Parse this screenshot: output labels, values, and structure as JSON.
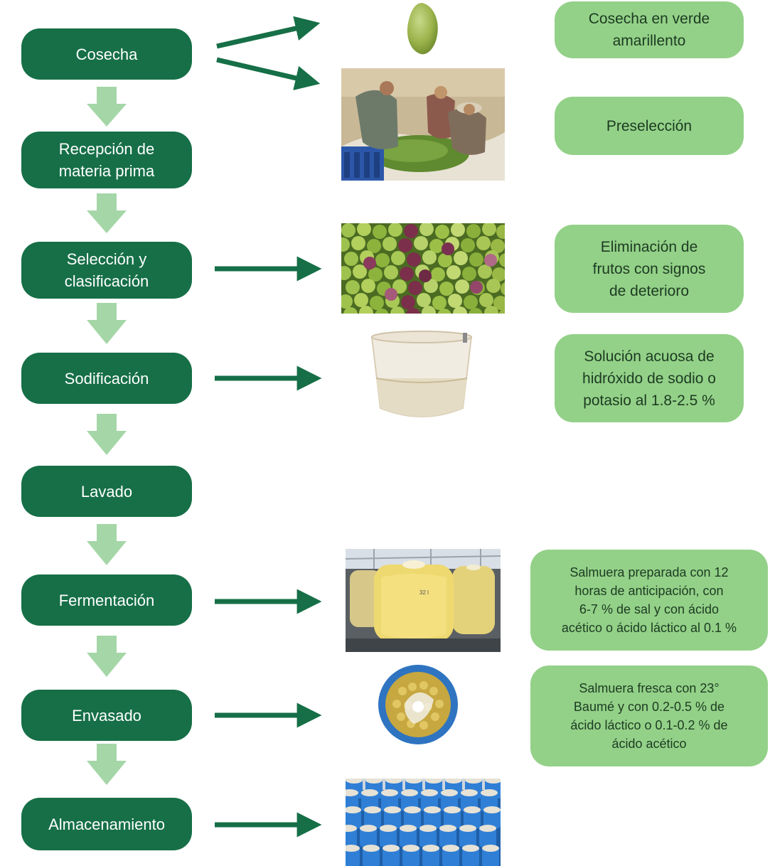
{
  "steps": [
    "Cosecha",
    "Recepción de\nmateria prima",
    "Selección y\nclasificación",
    "Sodificación",
    "Lavado",
    "Fermentación",
    "Envasado",
    "Almacenamiento"
  ],
  "notes": {
    "cosecha_verde": "Cosecha en verde\namarillento",
    "preseleccion": "Preselección",
    "eliminacion": "Eliminación de\nfrutos con signos\nde deterioro",
    "solucion": "Solución acuosa de\nhidróxido de sodio o\npotasio al 1.8-2.5 %",
    "salmuera_preparada": "Salmuera preparada con 12\nhoras de anticipación, con\n6-7 % de sal y con ácido\nacético o ácido láctico al 0.1 %",
    "salmuera_fresca": "Salmuera fresca con 23°\nBaumé y con 0.2-0.5 % de\nácido láctico o 0.1-0.2 % de\nácido acético"
  },
  "photos": [
    "olive-fruit-photo",
    "harvest-workers-photo",
    "sorted-olives-photo",
    "soda-tank-photo",
    "fermentation-tanks-photo",
    "packed-olives-barrel-photo",
    "storage-barrels-photo"
  ],
  "colors": {
    "step": "#166f47",
    "note": "#93d188",
    "arrow": "#166f47",
    "down_arrow": "#a5d6a7"
  }
}
